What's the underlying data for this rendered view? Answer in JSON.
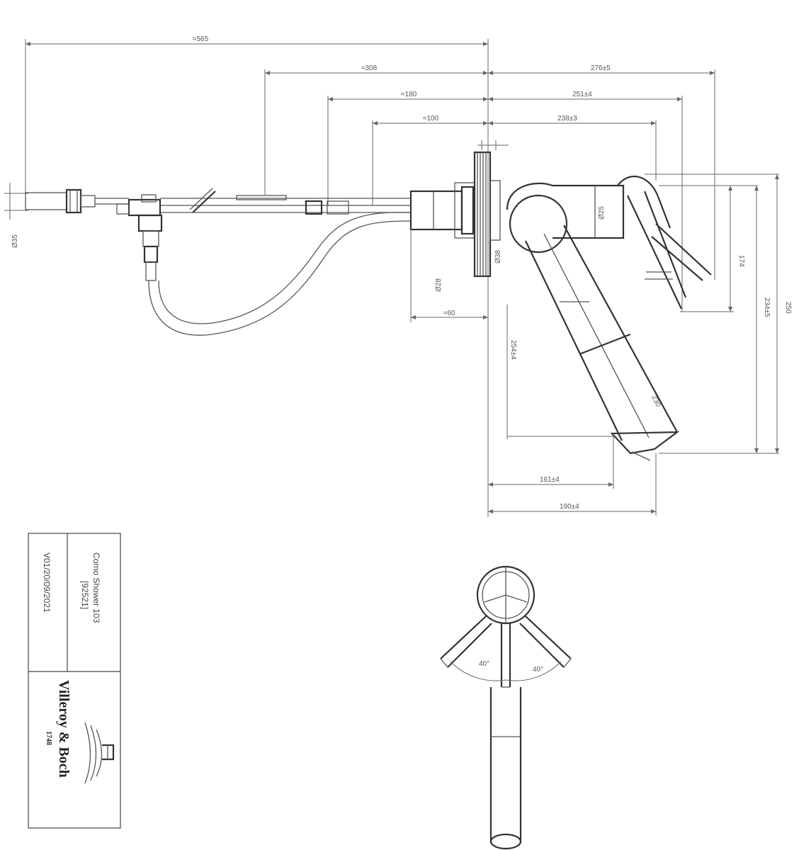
{
  "dimensions": {
    "overall_left": "≈565",
    "left_308": "≈308",
    "left_180": "≈180",
    "left_100": "≈100",
    "right_276": "276±5",
    "right_251": "251±4",
    "right_238": "238±3",
    "height_250": "250",
    "height_234": "234±5",
    "height_174": "174",
    "bottom_161": "161±4",
    "bottom_190": "190±4",
    "reach_254": "254±4",
    "hose_60": "≈60",
    "thread": "Ø35",
    "body_dia": "Ø28",
    "tube_230": "230",
    "small_38": "Ø38",
    "top_pipe": "Ø25"
  },
  "angles": {
    "left": "40°",
    "right": "40°"
  },
  "title_block": {
    "product_line1": "Como Shower 103",
    "product_line2": "[92521]",
    "date_code": "V01/20/09/2021",
    "brand": "Villeroy & Boch",
    "brand_sub": "1748"
  }
}
